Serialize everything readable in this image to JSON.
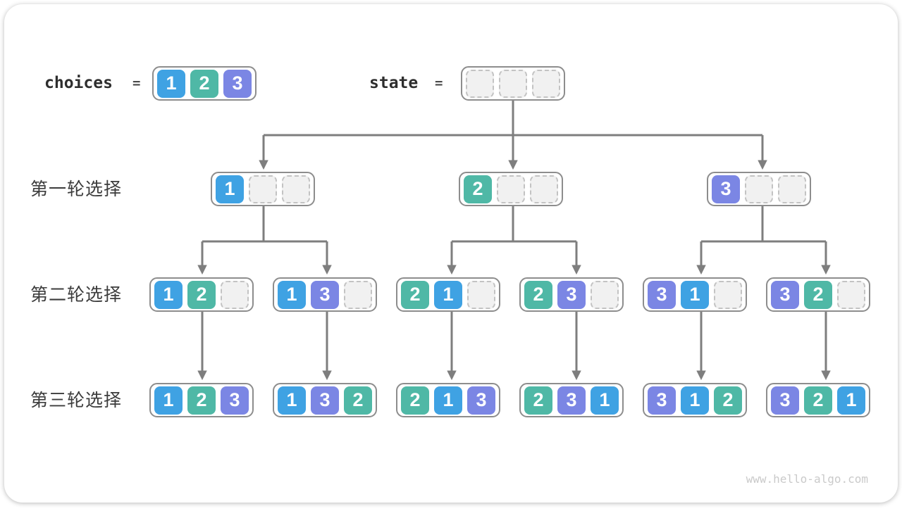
{
  "header": {
    "choices": {
      "label": "choices",
      "equals": "=",
      "cells": [
        "1",
        "2",
        "3"
      ]
    },
    "state": {
      "label": "state",
      "equals": "=",
      "cells": [
        "",
        "",
        ""
      ]
    }
  },
  "rows": [
    {
      "label": "第一轮选择",
      "boxes": [
        [
          "1",
          "",
          ""
        ],
        [
          "2",
          "",
          ""
        ],
        [
          "3",
          "",
          ""
        ]
      ]
    },
    {
      "label": "第二轮选择",
      "boxes": [
        [
          "1",
          "2",
          ""
        ],
        [
          "1",
          "3",
          ""
        ],
        [
          "2",
          "1",
          ""
        ],
        [
          "2",
          "3",
          ""
        ],
        [
          "3",
          "1",
          ""
        ],
        [
          "3",
          "2",
          ""
        ]
      ]
    },
    {
      "label": "第三轮选择",
      "boxes": [
        [
          "1",
          "2",
          "3"
        ],
        [
          "1",
          "3",
          "2"
        ],
        [
          "2",
          "1",
          "3"
        ],
        [
          "2",
          "3",
          "1"
        ],
        [
          "3",
          "1",
          "2"
        ],
        [
          "3",
          "2",
          "1"
        ]
      ]
    }
  ],
  "colors": {
    "value_1": "#3fa2e3",
    "value_2": "#4fb8a6",
    "value_3": "#7b86e4",
    "empty_fill": "#f1f1f1",
    "box_border": "#8d8d8d",
    "arrow": "#7e7e7e"
  },
  "watermark": "www.hello-algo.com"
}
